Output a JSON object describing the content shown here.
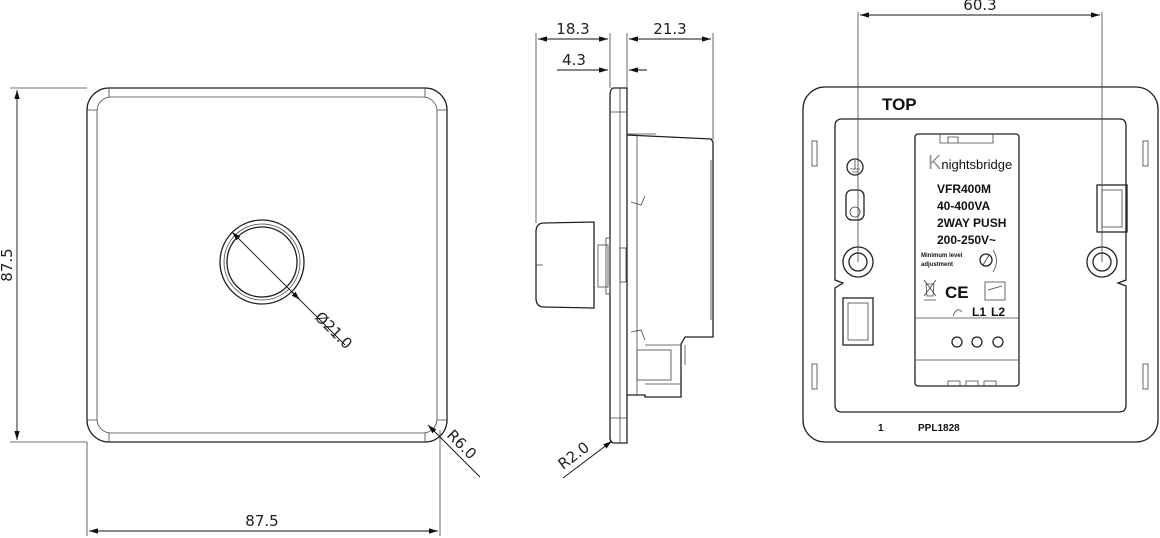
{
  "front_view": {
    "dim_height": "87.5",
    "dim_width": "87.5",
    "dim_knob_diameter": "Ø21.0",
    "dim_corner_radius": "R6.0"
  },
  "side_view": {
    "dim_knob_depth": "18.3",
    "dim_box_depth": "21.3",
    "dim_plate_thickness": "4.3",
    "dim_edge_radius": "R2.0"
  },
  "back_view": {
    "dim_fixing_centres": "60.3",
    "top_marking": "TOP",
    "brand_logo": "Knightsbridge",
    "label_lines": [
      "VFR400M",
      "40-400VA",
      "2WAY PUSH",
      "200-250V~"
    ],
    "min_level_label_1": "Minimum level",
    "min_level_label_2": "adjustment",
    "terminal_l1": "L1",
    "terminal_l2": "L2",
    "ce_mark": "CE",
    "part_index": "1",
    "part_code": "PPL1828"
  }
}
